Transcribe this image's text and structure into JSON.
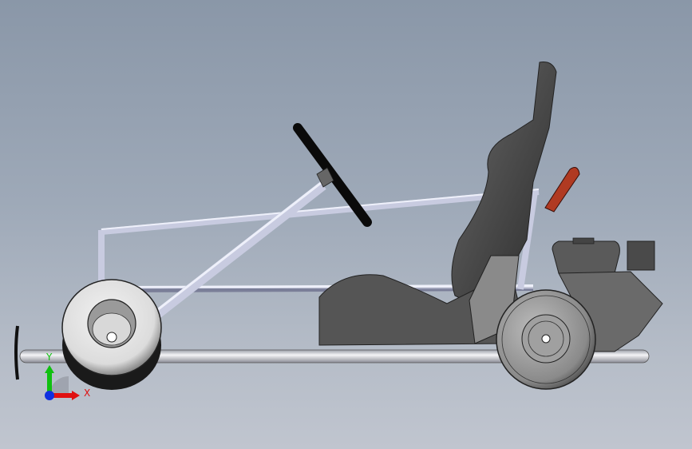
{
  "app": {
    "type": "3D CAD viewport",
    "model_description": "Go-kart assembly, side view"
  },
  "viewport": {
    "background_top": "#8a97a8",
    "background_bottom": "#c0c5cf"
  },
  "triad": {
    "x_label": "X",
    "y_label": "Y",
    "x_color": "#e01010",
    "y_color": "#10c010",
    "z_color": "#1030e0"
  },
  "parts": {
    "frame_color": "#c8cbe0",
    "seat_color": "#555555",
    "tire_front_color": "#e6e6e6",
    "tire_rear_color": "#9a9a9a",
    "engine_color": "#5a5a5a",
    "handle_color": "#b03a22"
  }
}
